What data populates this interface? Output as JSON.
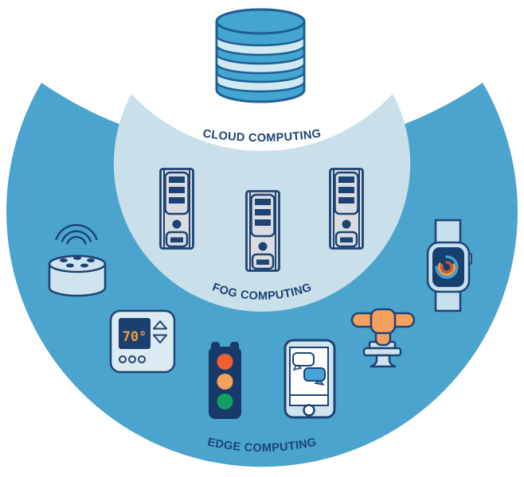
{
  "labels": {
    "cloud": "CLOUD COMPUTING",
    "fog": "FOG COMPUTING",
    "edge": "EDGE COMPUTING"
  },
  "thermostat": {
    "temperature": "70°"
  },
  "colors": {
    "edge_region": "#4BA4CE",
    "fog_region": "#C9DFE9",
    "label_text": "#1B4274",
    "outline_navy": "#1C4375",
    "db_blue": "#45A5D1",
    "db_stripe": "#CFE8F2",
    "db_outline": "#1C5F94",
    "server_body": "#DADCE0",
    "device_body": "#CFE4EE",
    "thermostat_body": "#DCEAF2",
    "traffic_body_navy": "#173A6B",
    "traffic_red": "#F15F31",
    "traffic_amber": "#F4A259",
    "traffic_green": "#129F61",
    "temp_text": "#EF9B3F",
    "bubble_blue": "#4AA3D6",
    "valve_orange": "#F5A05C",
    "ring_outer_blue": "#4AA3D6",
    "ring_middle_orange": "#F0A150",
    "ring_inner_red": "#E2552E",
    "screen_navy": "#15406F"
  },
  "devices": {
    "cloud_layer": [
      "database"
    ],
    "fog_layer": [
      "server",
      "server",
      "server"
    ],
    "edge_layer": [
      "smart-speaker",
      "smart-thermostat",
      "traffic-light",
      "smartphone",
      "pipeline-valve",
      "smartwatch"
    ]
  }
}
